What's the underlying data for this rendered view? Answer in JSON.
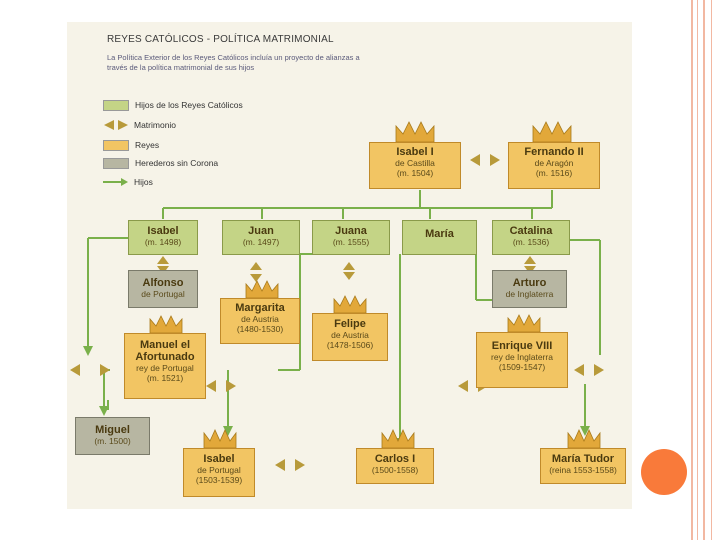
{
  "title": "REYES CATÓLICOS - POLÍTICA MATRIMONIAL",
  "subtitle": "La Política Exterior de los Reyes Católicos incluía un proyecto de alianzas a través de la política matrimonial de sus hijos",
  "legend": [
    {
      "label": "Hijos de los Reyes Católicos",
      "color": "#c4d486"
    },
    {
      "label": "Matrimonio",
      "color": "#b89a3a"
    },
    {
      "label": "Reyes",
      "color": "#f2c563"
    },
    {
      "label": "Herederos sin Corona",
      "color": "#b7b6a2"
    },
    {
      "label": "Hijos",
      "color": "#7ab04a"
    }
  ],
  "people": {
    "isabel_i": {
      "name": "Isabel I",
      "detail": "de Castilla",
      "date": "(m. 1504)"
    },
    "fernando_ii": {
      "name": "Fernando II",
      "detail": "de Aragón",
      "date": "(m. 1516)"
    },
    "isabel": {
      "name": "Isabel",
      "date": "(m. 1498)"
    },
    "juan": {
      "name": "Juan",
      "date": "(m. 1497)"
    },
    "juana": {
      "name": "Juana",
      "date": "(m. 1555)"
    },
    "maria": {
      "name": "María"
    },
    "catalina": {
      "name": "Catalina",
      "date": "(m. 1536)"
    },
    "alfonso": {
      "name": "Alfonso",
      "detail": "de Portugal"
    },
    "margarita": {
      "name": "Margarita",
      "detail": "de Austria",
      "date": "(1480-1530)"
    },
    "felipe": {
      "name": "Felipe",
      "detail": "de Austria",
      "date": "(1478-1506)"
    },
    "arturo": {
      "name": "Arturo",
      "detail": "de Inglaterra"
    },
    "manuel": {
      "name": "Manuel el Afortunado",
      "detail": "rey de Portugal",
      "date": "(m. 1521)"
    },
    "enrique": {
      "name": "Enrique VIII",
      "detail": "rey de Inglaterra",
      "date": "(1509-1547)"
    },
    "miguel": {
      "name": "Miguel",
      "date": "(m. 1500)"
    },
    "isabel_p": {
      "name": "Isabel",
      "detail": "de Portugal",
      "date": "(1503-1539)"
    },
    "carlos": {
      "name": "Carlos I",
      "date": "(1500-1558)"
    },
    "maria_tudor": {
      "name": "María Tudor",
      "date": "(reina 1553-1558)"
    }
  },
  "colors": {
    "child": "#c4d486",
    "king": "#f2c563",
    "heir": "#b7b6a2",
    "line": "#7ab04a",
    "crown": "#e2a83a",
    "accent": "#f97a3a"
  }
}
